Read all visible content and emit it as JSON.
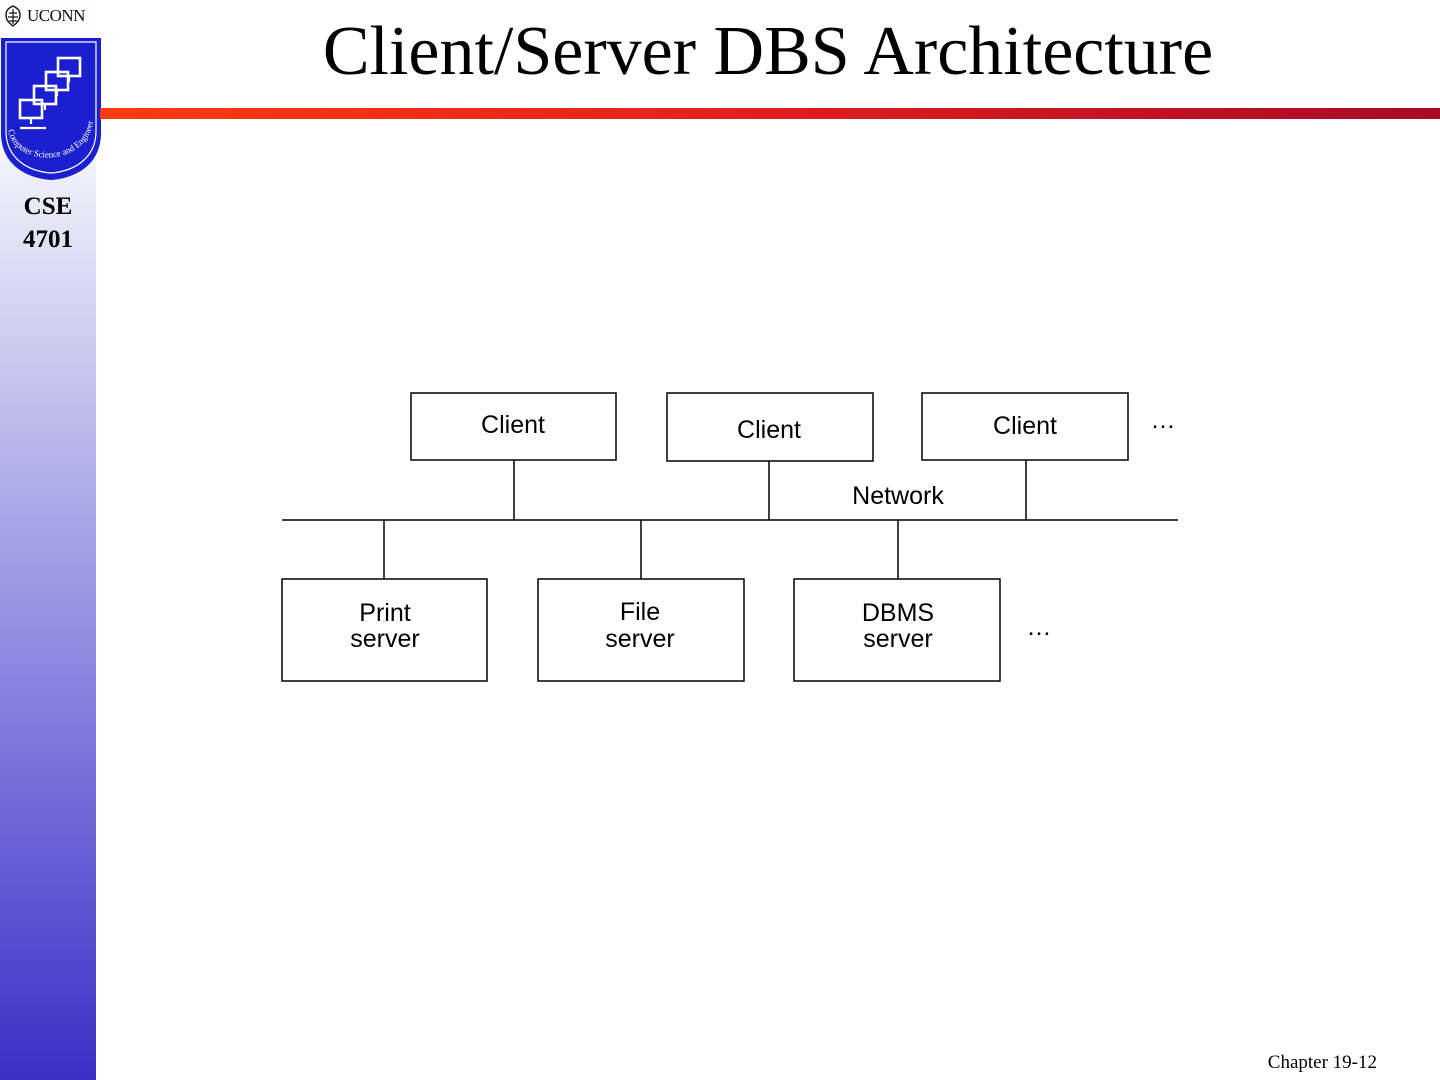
{
  "slide": {
    "title": "Client/Server DBS Architecture",
    "course_line1": "CSE",
    "course_line2": "4701",
    "footer": "Chapter 19-12"
  },
  "branding": {
    "university": "UCONN",
    "seal_text": "Computer Science and Engineering"
  },
  "diagram": {
    "clients": [
      {
        "label": "Client"
      },
      {
        "label": "Client"
      },
      {
        "label": "Client"
      }
    ],
    "servers": [
      {
        "line1": "Print",
        "line2": "server"
      },
      {
        "line1": "File",
        "line2": "server"
      },
      {
        "line1": "DBMS",
        "line2": "server"
      }
    ],
    "network_label": "Network",
    "ellipsis": "…"
  }
}
